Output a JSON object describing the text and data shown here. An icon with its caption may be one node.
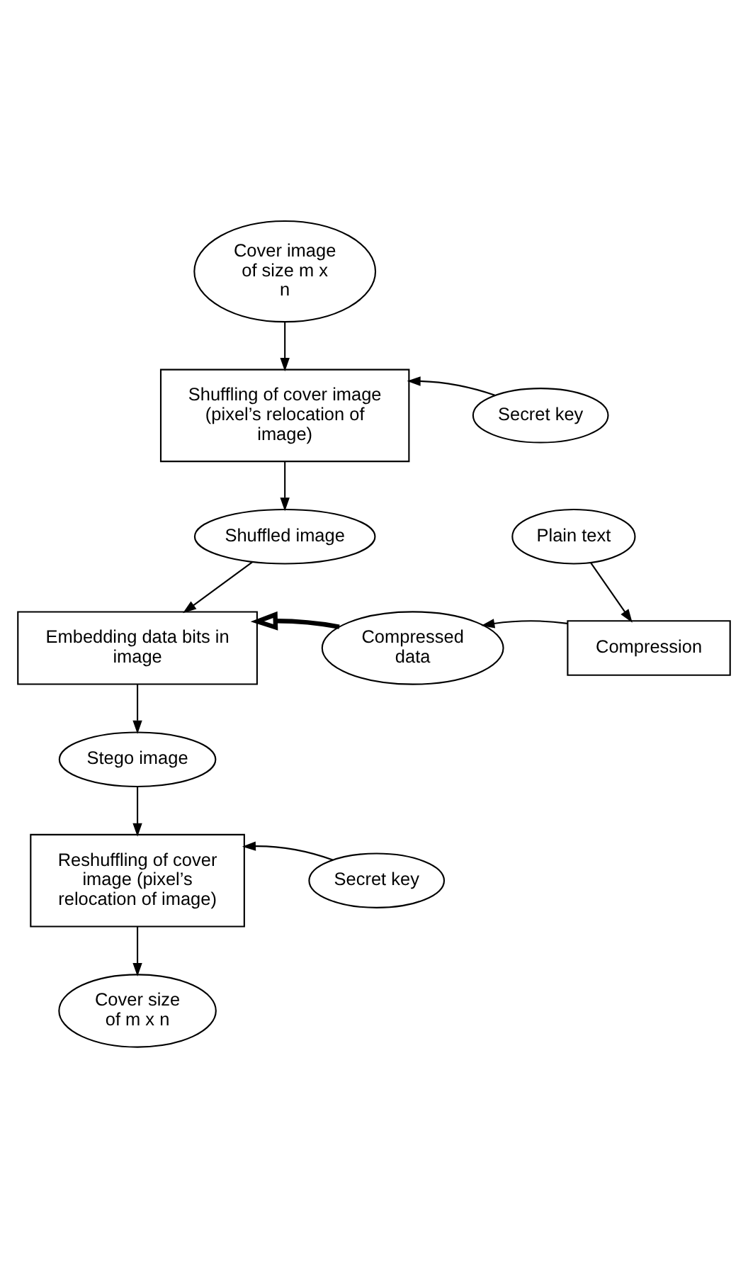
{
  "diagram": {
    "nodes": [
      {
        "text": [
          "Cover image of size m x n"
        ]
      },
      {
        "text": [
          "Shuffling of cover image (pixel’s relocation of image)"
        ]
      },
      {
        "text": [
          "Secret key"
        ]
      },
      {
        "text": [
          "Shuffled image"
        ]
      },
      {
        "text": [
          "Embedding data bits in image"
        ]
      },
      {
        "text": [
          "Compressed data"
        ]
      },
      {
        "text": [
          "Compression"
        ]
      },
      {
        "text": [
          "Plain text"
        ]
      },
      {
        "text": [
          "Stego image"
        ]
      },
      {
        "text": [
          "Reshuffling of cover image (pixel’s relocation of image)"
        ]
      },
      {
        "text": [
          "Secret key"
        ]
      },
      {
        "text": [
          "Cover size of m x n"
        ]
      }
    ],
    "edges": [
      {
        "from": 0,
        "to": 1,
        "arrow": "to"
      },
      {
        "from": 2,
        "to": 1,
        "arrow": "to"
      },
      {
        "from": 1,
        "to": 3,
        "arrow": "to"
      },
      {
        "from": 3,
        "to": 4,
        "arrow": "to"
      },
      {
        "from": 7,
        "to": 6,
        "arrow": "to"
      },
      {
        "from": 6,
        "to": 5,
        "arrow": "to"
      },
      {
        "from": 5,
        "to": 4,
        "arrow": "to",
        "style": "thick"
      },
      {
        "from": 4,
        "to": 8,
        "arrow": "to"
      },
      {
        "from": 8,
        "to": 9,
        "arrow": "to"
      },
      {
        "from": 10,
        "to": 9,
        "arrow": "to"
      },
      {
        "from": 9,
        "to": 11,
        "arrow": "to"
      }
    ]
  }
}
